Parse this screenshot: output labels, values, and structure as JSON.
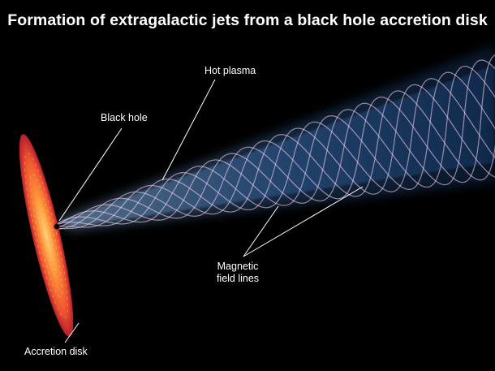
{
  "title": "Formation of extragalactic jets from a black hole accretion disk",
  "labels": {
    "hot_plasma": "Hot plasma",
    "black_hole": "Black hole",
    "magnetic_line1": "Magnetic",
    "magnetic_line2": "field lines",
    "accretion_disk": "Accretion disk"
  },
  "colors": {
    "background": "#000000",
    "jet_glow": "#5ba6ff",
    "field_line": "#f4d4f6",
    "disk_outer": "#d7343a",
    "disk_inner": "#ff9a3c",
    "text": "#ffffff"
  }
}
